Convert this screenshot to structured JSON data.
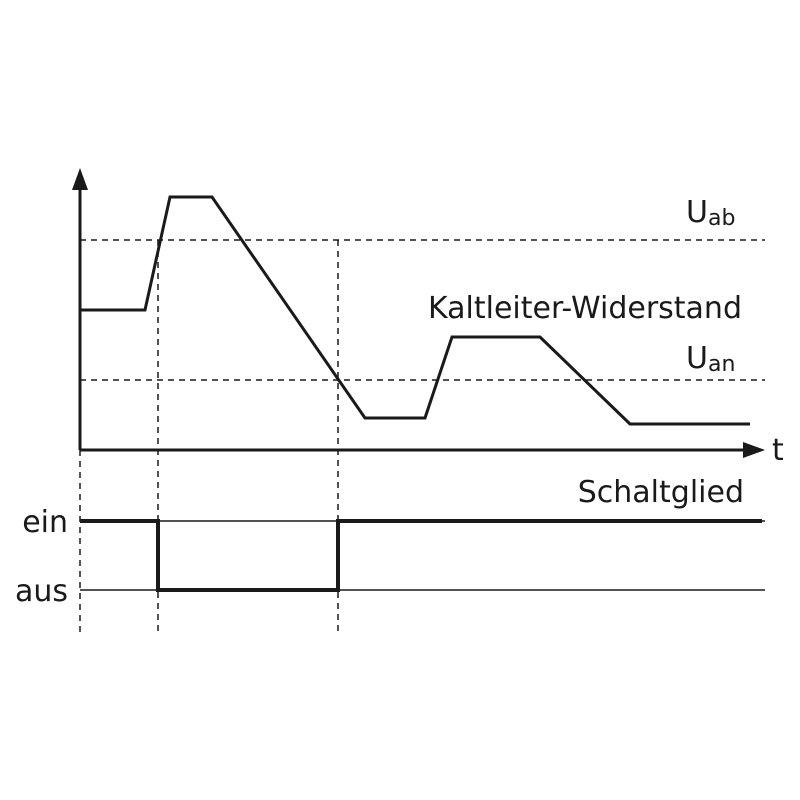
{
  "labels": {
    "u_ab_main": "U",
    "u_ab_sub": "ab",
    "u_an_main": "U",
    "u_an_sub": "an",
    "resistance_curve": "Kaltleiter-Widerstand",
    "time_axis": "t",
    "switch_label": "Schaltglied",
    "state_on": "ein",
    "state_off": "aus"
  },
  "colors": {
    "line": "#1a1a1a",
    "background": "#ffffff"
  }
}
